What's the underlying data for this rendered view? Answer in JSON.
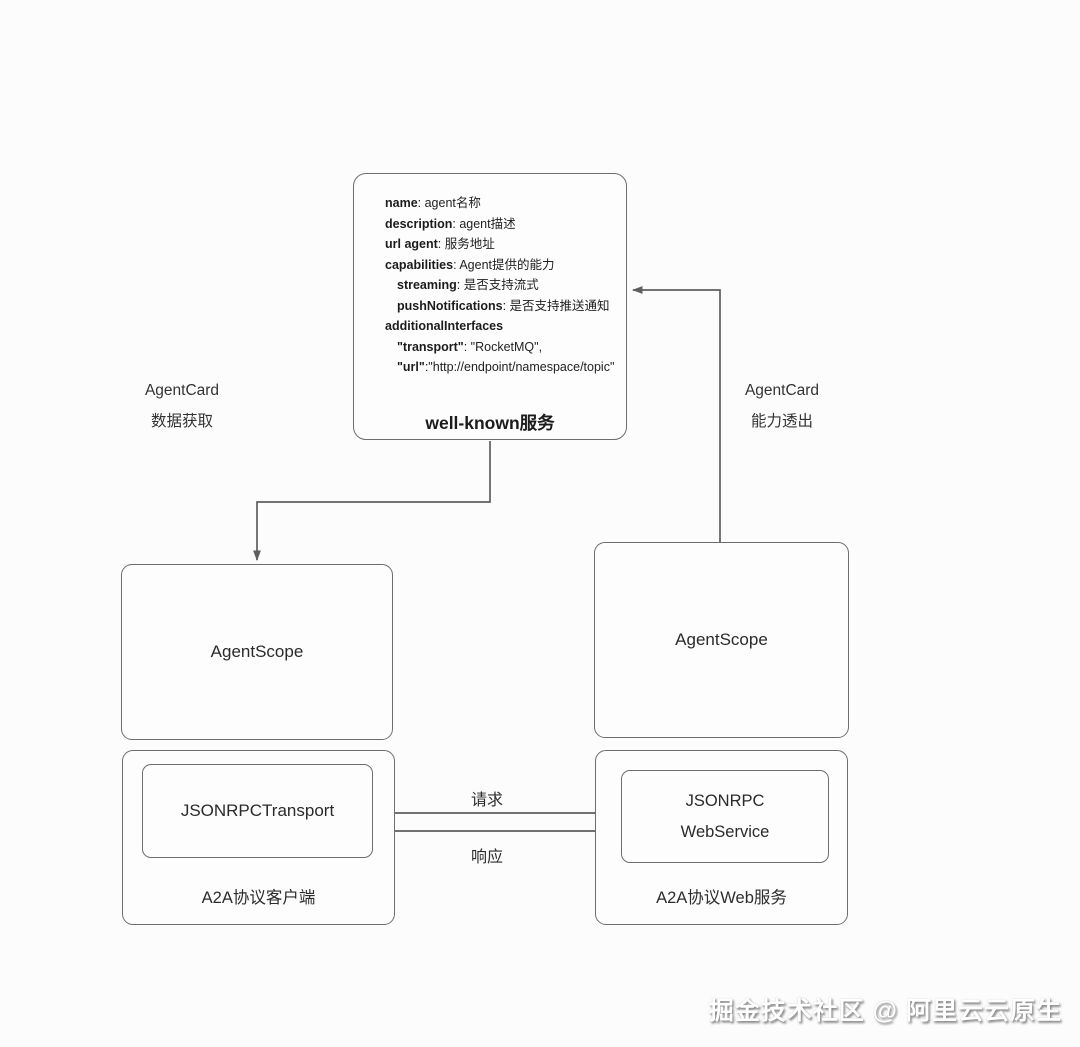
{
  "page": {
    "watermark": "掘金技术社区 @ 阿里云云原生",
    "background_color": "#fcfcfc",
    "border_color": "#6d6d6d",
    "line_color": "#5f5f5f",
    "text_color": "#2a2a2a"
  },
  "card": {
    "title": "well-known服务",
    "lines": [
      {
        "key": "name",
        "value": ": agent名称",
        "indent": false
      },
      {
        "key": "description",
        "value": ": agent描述",
        "indent": false
      },
      {
        "key": "url agent",
        "value": ": 服务地址",
        "indent": false
      },
      {
        "key": "capabilities",
        "value": ": Agent提供的能力",
        "indent": false
      },
      {
        "key": "streaming",
        "value": ": 是否支持流式",
        "indent": true
      },
      {
        "key": "pushNotifications",
        "value": ": 是否支持推送通知",
        "indent": true
      },
      {
        "key": "additionalInterfaces",
        "value": "",
        "indent": false
      },
      {
        "key": "\"transport\"",
        "value": ": \"RocketMQ\",",
        "indent": true
      },
      {
        "key": "\"url\"",
        "value": ":\"http://endpoint/namespace/topic\"",
        "indent": true
      }
    ]
  },
  "labels": {
    "left_line1": "AgentCard",
    "left_line2": "数据获取",
    "right_line1": "AgentCard",
    "right_line2": "能力透出",
    "request": "请求",
    "response": "响应"
  },
  "boxes": {
    "agentscope_left": "AgentScope",
    "agentscope_right": "AgentScope",
    "client_outer_label": "A2A协议客户端",
    "client_inner_label": "JSONRPCTransport",
    "server_outer_label": "A2A协议Web服务",
    "server_inner_line1": "JSONRPC",
    "server_inner_line2": "WebService"
  }
}
